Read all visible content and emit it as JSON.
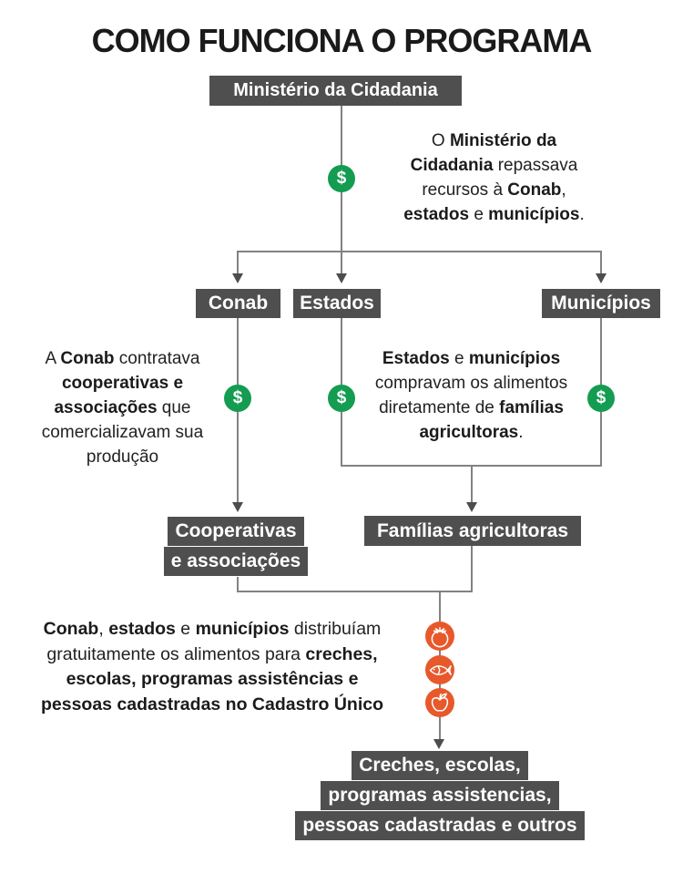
{
  "title": "COMO FUNCIONA O PROGRAMA",
  "colors": {
    "node_bg": "#4F4F4F",
    "money_green": "#149C51",
    "food_orange": "#E7592B",
    "line_gray": "#828282",
    "arrow_gray": "#4D4D4D"
  },
  "nodes": {
    "ministerio": {
      "label": "Ministério da Cidadania"
    },
    "conab": {
      "label": "Conab"
    },
    "estados": {
      "label": "Estados"
    },
    "municipios": {
      "label": "Municípios"
    },
    "cooperativas": {
      "line1": "Cooperativas",
      "line2": "e associações"
    },
    "familias": {
      "label": "Famílias agricultoras"
    },
    "beneficiarios": {
      "line1": "Creches, escolas,",
      "line2": "programas assistencias,",
      "line3": "pessoas cadastradas e outros"
    }
  },
  "badges": {
    "money_symbol": "$"
  },
  "annotations": {
    "repasse": {
      "parts": [
        "O ",
        "Ministério da",
        "Cidadania",
        " repassava",
        "recursos à ",
        "Conab",
        ",",
        "estados",
        " e ",
        "municípios",
        "."
      ]
    },
    "conab_note": {
      "parts": [
        "A ",
        "Conab",
        " contratava",
        "cooperativas e",
        "associações",
        " que",
        "comercializavam sua",
        "produção"
      ]
    },
    "compra_note": {
      "parts": [
        "Estados",
        " e ",
        "municípios",
        "compravam os alimentos",
        "diretamente de ",
        "famílias",
        "agricultoras",
        "."
      ]
    },
    "distribuicao_note": {
      "parts": [
        "Conab",
        ", ",
        "estados",
        " e ",
        "municípios",
        " distribuíam",
        "gratuitamente os alimentos para ",
        "creches,",
        "escolas, programas assistências e",
        "pessoas cadastradas no Cadastro Único"
      ]
    }
  }
}
